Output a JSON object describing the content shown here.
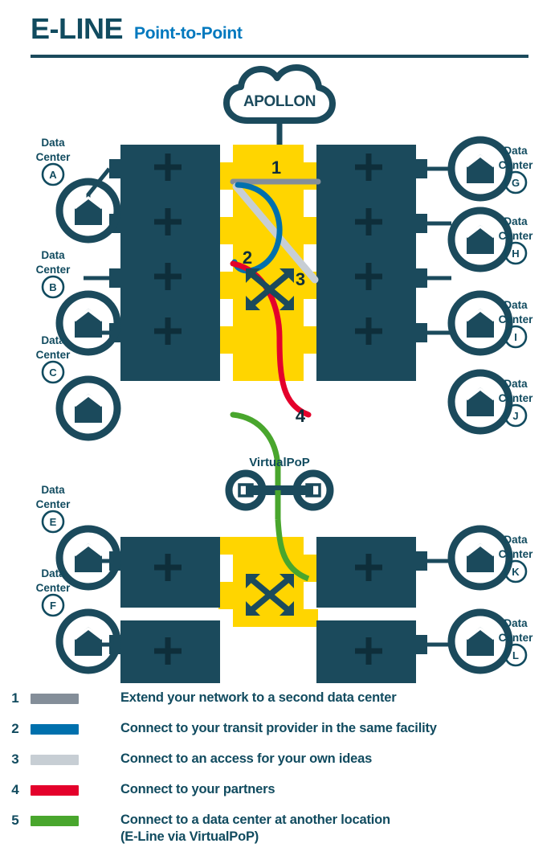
{
  "header": {
    "title": "E-LINE",
    "subtitle": "Point-to-Point"
  },
  "colors": {
    "dark_teal": "#1B4A5C",
    "deep_teal": "#114B5F",
    "bright_blue": "#0078BE",
    "facility_yellow": "#FFD500",
    "line_gray": "#848E99",
    "line_blue": "#0070AD",
    "line_lightgray": "#C7CED4",
    "line_red": "#E4012B",
    "line_green": "#49A62D"
  },
  "cloud": {
    "label": "APOLLON"
  },
  "virtualpop": {
    "label": "VirtualPoP"
  },
  "data_centers": {
    "label": "Data Center",
    "left_top": [
      {
        "label": "Data Center",
        "badge": "A"
      },
      {
        "label": "Data Center",
        "badge": "B"
      },
      {
        "label": "Data Center",
        "badge": "C"
      }
    ],
    "right_top": [
      {
        "label": "Data Center",
        "badge": "G"
      },
      {
        "label": "Data Center",
        "badge": "H"
      },
      {
        "label": "Data Center",
        "badge": "I"
      },
      {
        "label": "Data Center",
        "badge": "J"
      }
    ],
    "left_bottom": [
      {
        "label": "Data Center",
        "badge": "E"
      },
      {
        "label": "Data Center",
        "badge": "F"
      }
    ],
    "right_bottom": [
      {
        "label": "Data Center",
        "badge": "K"
      },
      {
        "label": "Data Center",
        "badge": "L"
      }
    ]
  },
  "connection_labels": {
    "one": "1",
    "two": "2",
    "three": "3",
    "four": "4"
  },
  "legend": {
    "items": [
      {
        "number": "1",
        "color": "#848E99",
        "text": "Extend your network to a second data center",
        "subtext": ""
      },
      {
        "number": "2",
        "color": "#0070AD",
        "text": "Connect to your transit provider in the same facility",
        "subtext": ""
      },
      {
        "number": "3",
        "color": "#C7CED4",
        "text": "Connect to an access for your own ideas",
        "subtext": ""
      },
      {
        "number": "4",
        "color": "#E4012B",
        "text": "Connect to your partners",
        "subtext": ""
      },
      {
        "number": "5",
        "color": "#49A62D",
        "text": "Connect to a data center at another location",
        "subtext": "(E-Line via VirtualPoP)"
      }
    ]
  }
}
